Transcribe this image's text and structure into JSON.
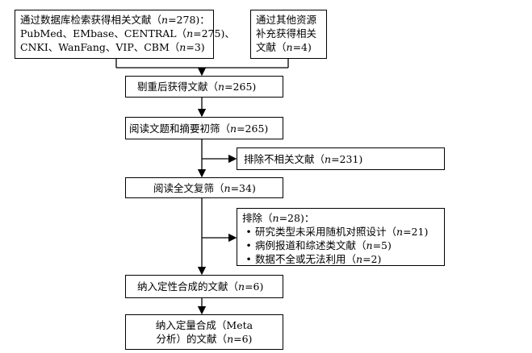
{
  "boxes": {
    "db_search": {
      "line1_pre": "通过数据库检索获得相关文献（",
      "n_sym": "n",
      "line1_post": "=278)：",
      "line2_pre": "PubMed、EMbase、CENTRAL（",
      "line2_post": "=275)、",
      "line3_pre": "CNKI、WanFang、VIP、CBM（",
      "line3_post": "=3)"
    },
    "other_sources": {
      "line1": "通过其他资源",
      "line2": "补充获得相关",
      "line3_pre": "文献（",
      "line3_post": "=4)"
    },
    "dedup": {
      "pre": "剔重后获得文献（",
      "post": "=265)"
    },
    "title_abstract": {
      "pre": "阅读文题和摘要初筛（",
      "post": "=265)"
    },
    "exclude_irrelevant": {
      "pre": "排除不相关文献（",
      "post": "=231)"
    },
    "fulltext": {
      "pre": "阅读全文复筛（",
      "post": "=34)"
    },
    "exclude_fulltext": {
      "title_pre": "排除（",
      "title_post": "=28)：",
      "items": [
        {
          "pre": "研究类型未采用随机对照设计（",
          "post": "=21)"
        },
        {
          "pre": "病例报道和综述类文献（",
          "post": "=5)"
        },
        {
          "pre": "数据不全或无法利用（",
          "post": "=2)"
        }
      ]
    },
    "qualitative": {
      "pre": "纳入定性合成的文献（",
      "post": "=6)"
    },
    "quantitative": {
      "line1": "纳入定量合成（Meta",
      "line2_pre": "分析）的文献（",
      "line2_post": "=6)"
    }
  }
}
